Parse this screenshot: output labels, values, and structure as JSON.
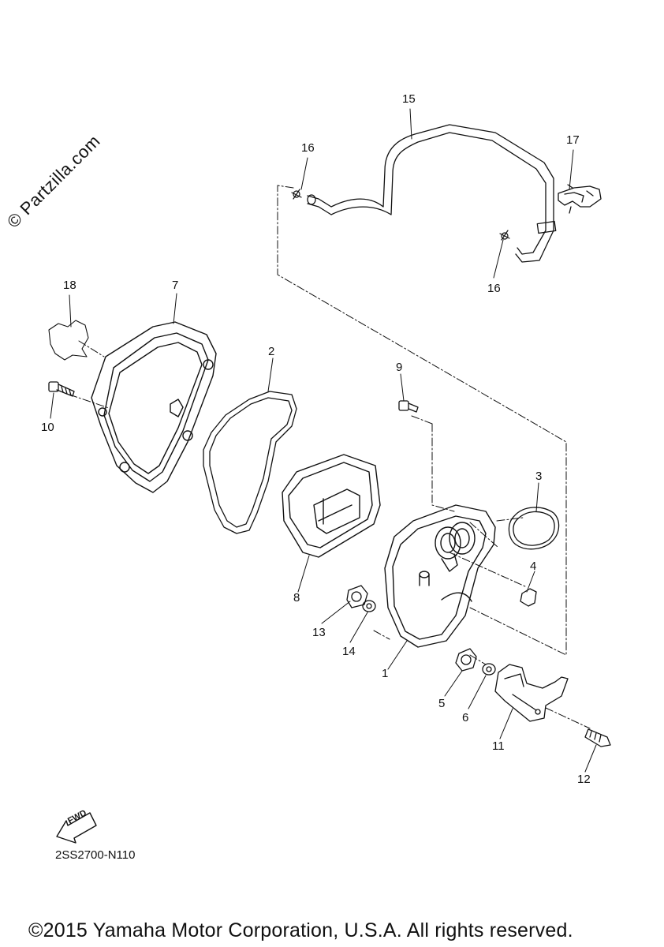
{
  "watermark": "© Partzilla.com",
  "diagram_code": "2SS2700-N110",
  "copyright": "©2015 Yamaha Motor Corporation, U.S.A. All rights reserved.",
  "fwd_label": "FWD",
  "callouts": {
    "p1": "1",
    "p2": "2",
    "p3": "3",
    "p4": "4",
    "p5": "5",
    "p6": "6",
    "p7": "7",
    "p8": "8",
    "p9": "9",
    "p10": "10",
    "p11": "11",
    "p12": "12",
    "p13": "13",
    "p14": "14",
    "p15": "15",
    "p16a": "16",
    "p16b": "16",
    "p17": "17",
    "p18": "18"
  },
  "colors": {
    "ink": "#111111",
    "background": "#ffffff"
  }
}
